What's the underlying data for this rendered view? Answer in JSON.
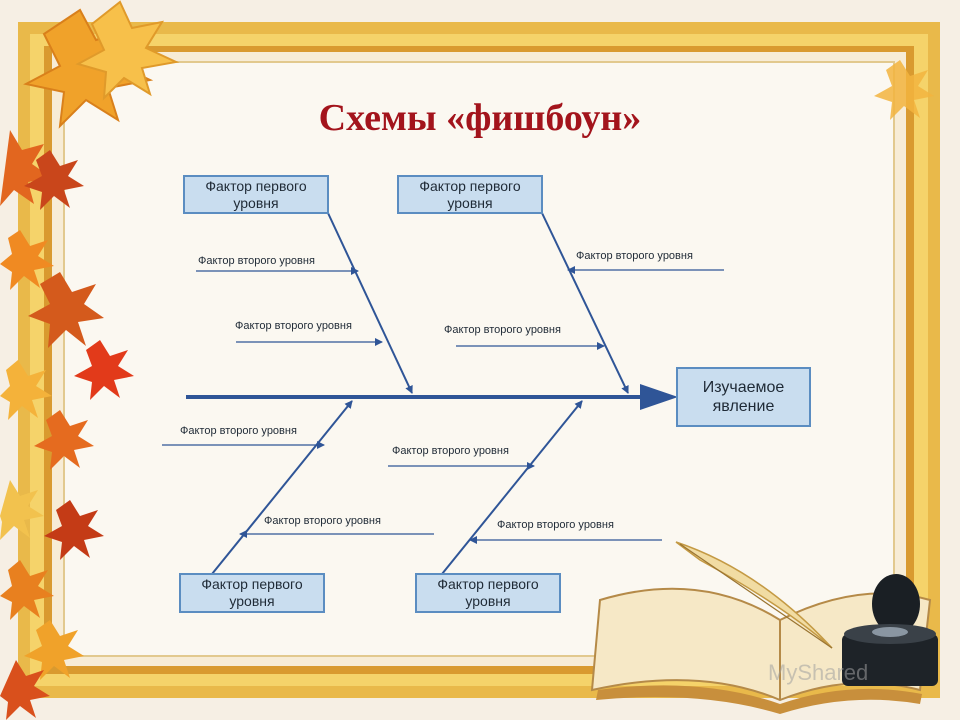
{
  "title": "Схемы «фишбоун»",
  "effect": "Изучаемое явление",
  "primary_factors": [
    "Фактор первого уровня",
    "Фактор первого уровня",
    "Фактор первого уровня",
    "Фактор первого уровня"
  ],
  "secondary_factors": [
    "Фактор второго уровня",
    "Фактор второго уровня",
    "Фактор второго уровня",
    "Фактор второго уровня",
    "Фактор второго уровня",
    "Фактор второго уровня",
    "Фактор второго уровня",
    "Фактор второго уровня"
  ],
  "watermark": "MyShared",
  "colors": {
    "title": "#a3141c",
    "arrow": "#2f5597",
    "box_fill": "#c9ddef",
    "box_border": "#5b8dc1"
  }
}
